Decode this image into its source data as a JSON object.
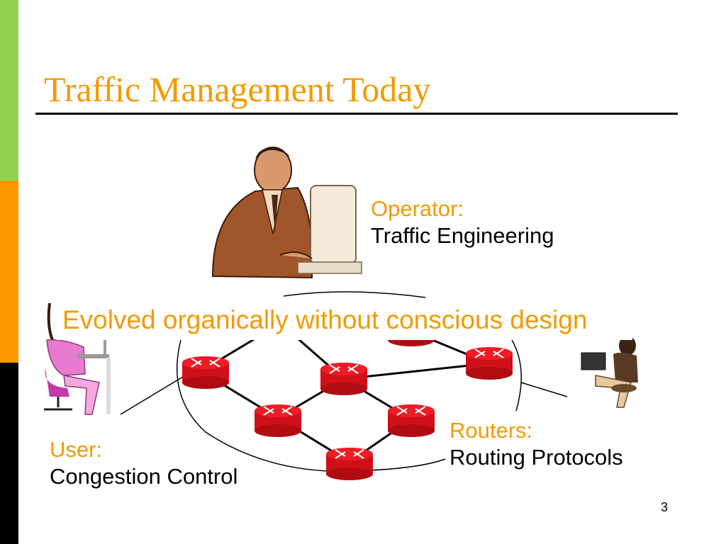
{
  "slide": {
    "title": "Traffic Management Today",
    "banner": "Evolved organically without conscious design",
    "page_number": "3"
  },
  "labels": {
    "operator": {
      "title": "Operator:",
      "subtitle": "Traffic Engineering"
    },
    "routers": {
      "title": "Routers:",
      "subtitle": "Routing Protocols"
    },
    "user": {
      "title": "User:",
      "subtitle": "Congestion Control"
    }
  },
  "colors": {
    "accent": "#F29A00",
    "sidebar_green": "#92D050",
    "sidebar_orange": "#FF9900",
    "sidebar_black": "#000000",
    "router_red": "#EE1C25"
  },
  "icons": {
    "operator": "person-at-computer-icon",
    "user_left": "woman-at-laptop-icon",
    "user_right": "woman-with-laptop-icon",
    "router": "router-icon"
  }
}
